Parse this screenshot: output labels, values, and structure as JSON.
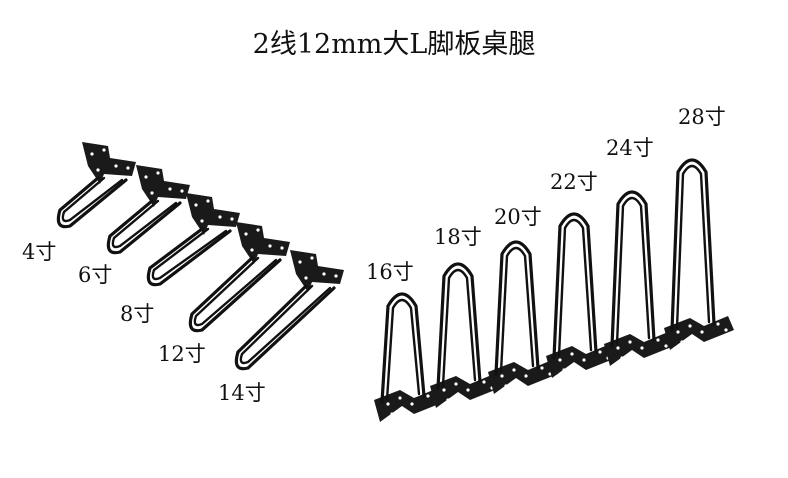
{
  "title": "2线12mm大L脚板桌腿",
  "colors": {
    "metal": "#111111",
    "plate": "#1a1a1a",
    "hole": "#ffffff"
  },
  "left_group": {
    "labels": [
      "4寸",
      "6寸",
      "8寸",
      "12寸",
      "14寸"
    ]
  },
  "right_group": {
    "labels": [
      "16寸",
      "18寸",
      "20寸",
      "22寸",
      "24寸",
      "28寸"
    ]
  }
}
